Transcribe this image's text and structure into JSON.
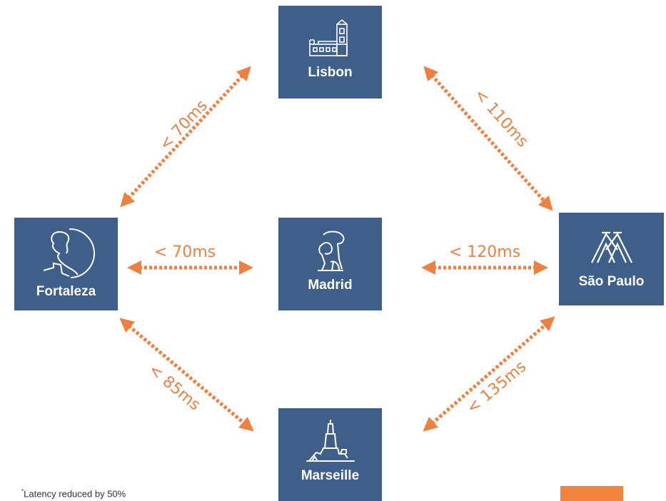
{
  "colors": {
    "box": "#3d5f8a",
    "link": "#f08040",
    "text": "#ffffff"
  },
  "cities": {
    "lisbon": {
      "name": "Lisbon",
      "icon": "belem-tower-icon"
    },
    "fortaleza": {
      "name": "Fortaleza",
      "icon": "iracema-statue-icon"
    },
    "madrid": {
      "name": "Madrid",
      "icon": "bear-strawberry-tree-icon"
    },
    "saopaulo": {
      "name": "São Paulo",
      "icon": "bridge-cables-icon"
    },
    "marseille": {
      "name": "Marseille",
      "icon": "notre-dame-de-la-garde-icon"
    }
  },
  "links": [
    {
      "from": "fortaleza",
      "to": "lisbon",
      "label": "< 70ms"
    },
    {
      "from": "lisbon",
      "to": "saopaulo",
      "label": "< 110ms"
    },
    {
      "from": "fortaleza",
      "to": "madrid",
      "label": "< 70ms"
    },
    {
      "from": "madrid",
      "to": "saopaulo",
      "label": "< 120ms"
    },
    {
      "from": "fortaleza",
      "to": "marseille",
      "label": "< 85ms"
    },
    {
      "from": "marseille",
      "to": "saopaulo",
      "label": "< 135ms"
    }
  ],
  "footnote": {
    "marker": "*",
    "text": "Latency reduced by 50%"
  }
}
